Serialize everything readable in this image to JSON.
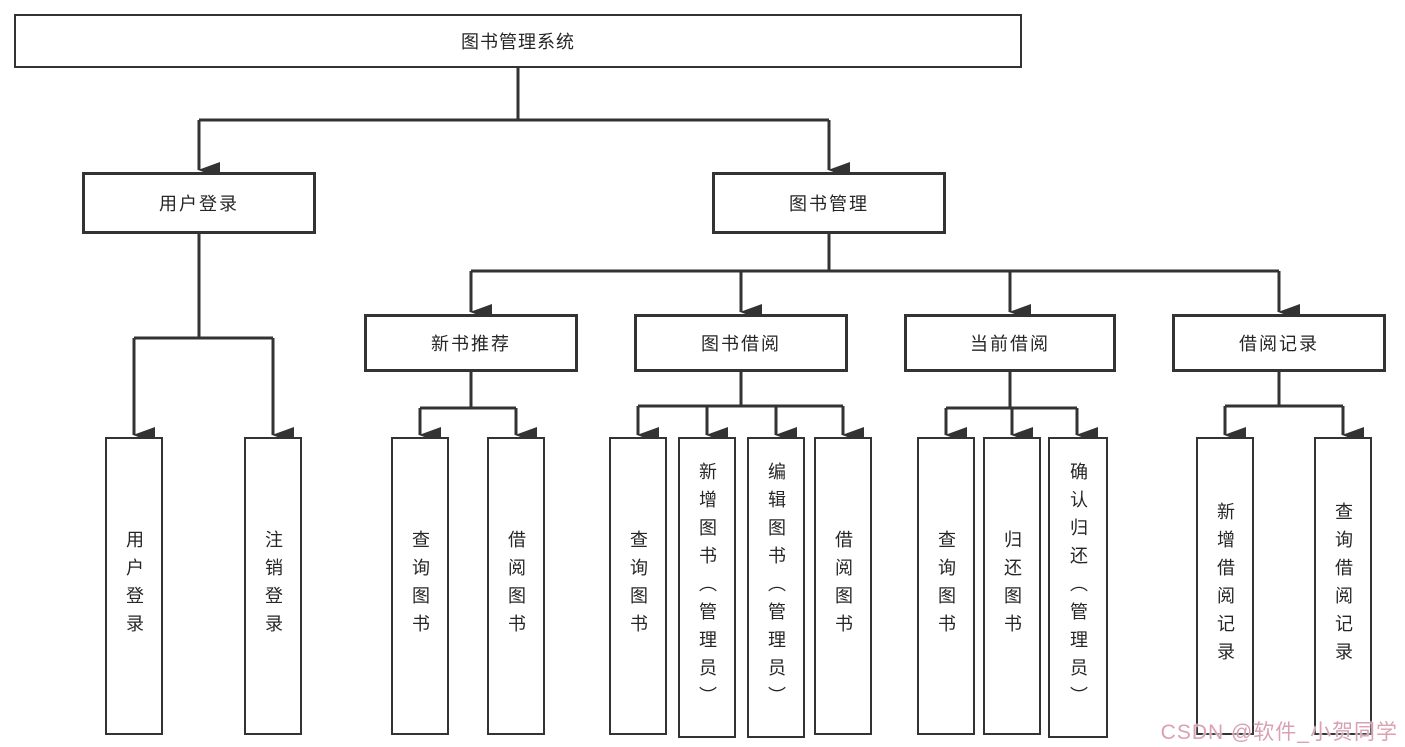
{
  "diagram": {
    "type": "tree-structure-chart",
    "nodes": {
      "root": "图书管理系统",
      "user_login": "用户登录",
      "book_mgmt": "图书管理",
      "new_book_rec": "新书推荐",
      "book_borrow": "图书借阅",
      "current_borrow": "当前借阅",
      "borrow_records": "借阅记录",
      "leaf_user_login": "用户登录",
      "leaf_logout": "注销登录",
      "leaf_query_books_rec": "查询图书",
      "leaf_borrow_books_rec": "借阅图书",
      "leaf_query_books_borrow": "查询图书",
      "leaf_add_book_admin": "新增图书（管理员）",
      "leaf_edit_book_admin": "编辑图书（管理员）",
      "leaf_borrow_books_borrow": "借阅图书",
      "leaf_query_books_current": "查询图书",
      "leaf_return_book": "归还图书",
      "leaf_confirm_return_admin": "确认归还（管理员）",
      "leaf_add_borrow_record": "新增借阅记录",
      "leaf_query_borrow_record": "查询借阅记录"
    },
    "edges": [
      [
        "root",
        "user_login"
      ],
      [
        "root",
        "book_mgmt"
      ],
      [
        "user_login",
        "leaf_user_login"
      ],
      [
        "user_login",
        "leaf_logout"
      ],
      [
        "book_mgmt",
        "new_book_rec"
      ],
      [
        "book_mgmt",
        "book_borrow"
      ],
      [
        "book_mgmt",
        "current_borrow"
      ],
      [
        "book_mgmt",
        "borrow_records"
      ],
      [
        "new_book_rec",
        "leaf_query_books_rec"
      ],
      [
        "new_book_rec",
        "leaf_borrow_books_rec"
      ],
      [
        "book_borrow",
        "leaf_query_books_borrow"
      ],
      [
        "book_borrow",
        "leaf_add_book_admin"
      ],
      [
        "book_borrow",
        "leaf_edit_book_admin"
      ],
      [
        "book_borrow",
        "leaf_borrow_books_borrow"
      ],
      [
        "current_borrow",
        "leaf_query_books_current"
      ],
      [
        "current_borrow",
        "leaf_return_book"
      ],
      [
        "current_borrow",
        "leaf_confirm_return_admin"
      ],
      [
        "borrow_records",
        "leaf_add_borrow_record"
      ],
      [
        "borrow_records",
        "leaf_query_borrow_record"
      ]
    ],
    "colors": {
      "line": "#333333",
      "box_border": "#333333",
      "text": "#262626",
      "background": "#ffffff",
      "watermark": "#d9a1b2"
    },
    "watermark": {
      "text": "CSDN @软件_小贺同学"
    }
  }
}
